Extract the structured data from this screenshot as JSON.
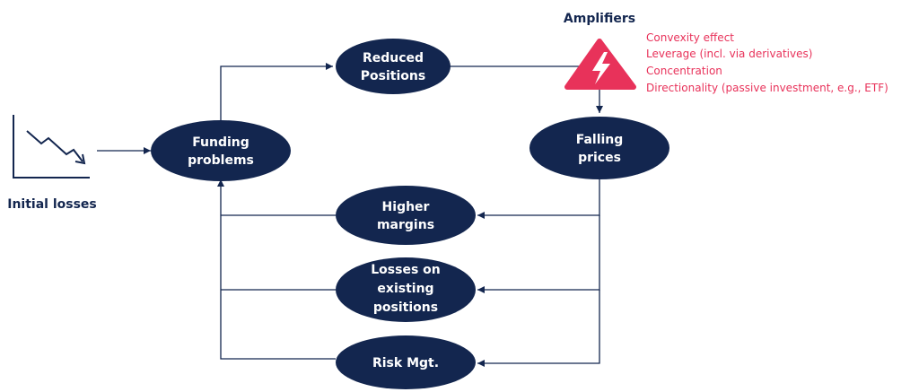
{
  "colors": {
    "navy": "#13264f",
    "accent": "#e8325a",
    "background": "#ffffff"
  },
  "icons": {
    "chart": "declining-chart-icon",
    "amplifier": "warning-lightning-icon"
  },
  "initial_losses": {
    "label": "Initial losses"
  },
  "amplifiers": {
    "title": "Amplifiers",
    "items": [
      "Convexity effect",
      "Leverage (incl. via derivatives)",
      "Concentration",
      "Directionality (passive investment, e.g., ETF)"
    ]
  },
  "nodes": {
    "funding": [
      "Funding",
      "problems"
    ],
    "reduced": [
      "Reduced",
      "Positions"
    ],
    "falling": [
      "Falling",
      "prices"
    ],
    "margins": [
      "Higher",
      "margins"
    ],
    "losses": [
      "Losses on",
      "existing",
      "positions"
    ],
    "risk": [
      "Risk Mgt."
    ]
  }
}
